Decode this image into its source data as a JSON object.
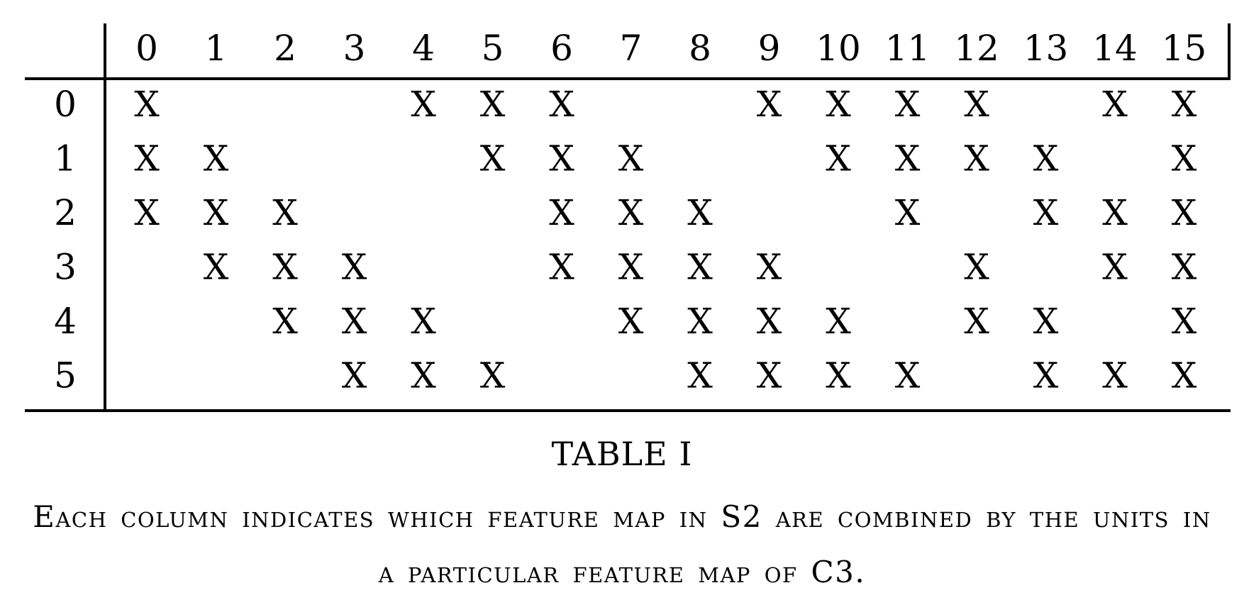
{
  "table": {
    "column_headers": [
      "0",
      "1",
      "2",
      "3",
      "4",
      "5",
      "6",
      "7",
      "8",
      "9",
      "10",
      "11",
      "12",
      "13",
      "14",
      "15"
    ],
    "row_headers": [
      "0",
      "1",
      "2",
      "3",
      "4",
      "5"
    ],
    "mark": "X",
    "rows": [
      [
        "X",
        "",
        "",
        "",
        "X",
        "X",
        "X",
        "",
        "",
        "X",
        "X",
        "X",
        "X",
        "",
        "X",
        "X"
      ],
      [
        "X",
        "X",
        "",
        "",
        "",
        "X",
        "X",
        "X",
        "",
        "",
        "X",
        "X",
        "X",
        "X",
        "",
        "X"
      ],
      [
        "X",
        "X",
        "X",
        "",
        "",
        "",
        "X",
        "X",
        "X",
        "",
        "",
        "X",
        "",
        "X",
        "X",
        "X"
      ],
      [
        "",
        "X",
        "X",
        "X",
        "",
        "",
        "X",
        "X",
        "X",
        "X",
        "",
        "",
        "X",
        "",
        "X",
        "X"
      ],
      [
        "",
        "",
        "X",
        "X",
        "X",
        "",
        "",
        "X",
        "X",
        "X",
        "X",
        "",
        "X",
        "X",
        "",
        "X"
      ],
      [
        "",
        "",
        "",
        "X",
        "X",
        "X",
        "",
        "",
        "X",
        "X",
        "X",
        "X",
        "",
        "X",
        "X",
        "X"
      ]
    ]
  },
  "caption": {
    "title": "TABLE I",
    "text": "Each column indicates which feature map in S2 are combined by the units in a particular feature map of C3."
  }
}
